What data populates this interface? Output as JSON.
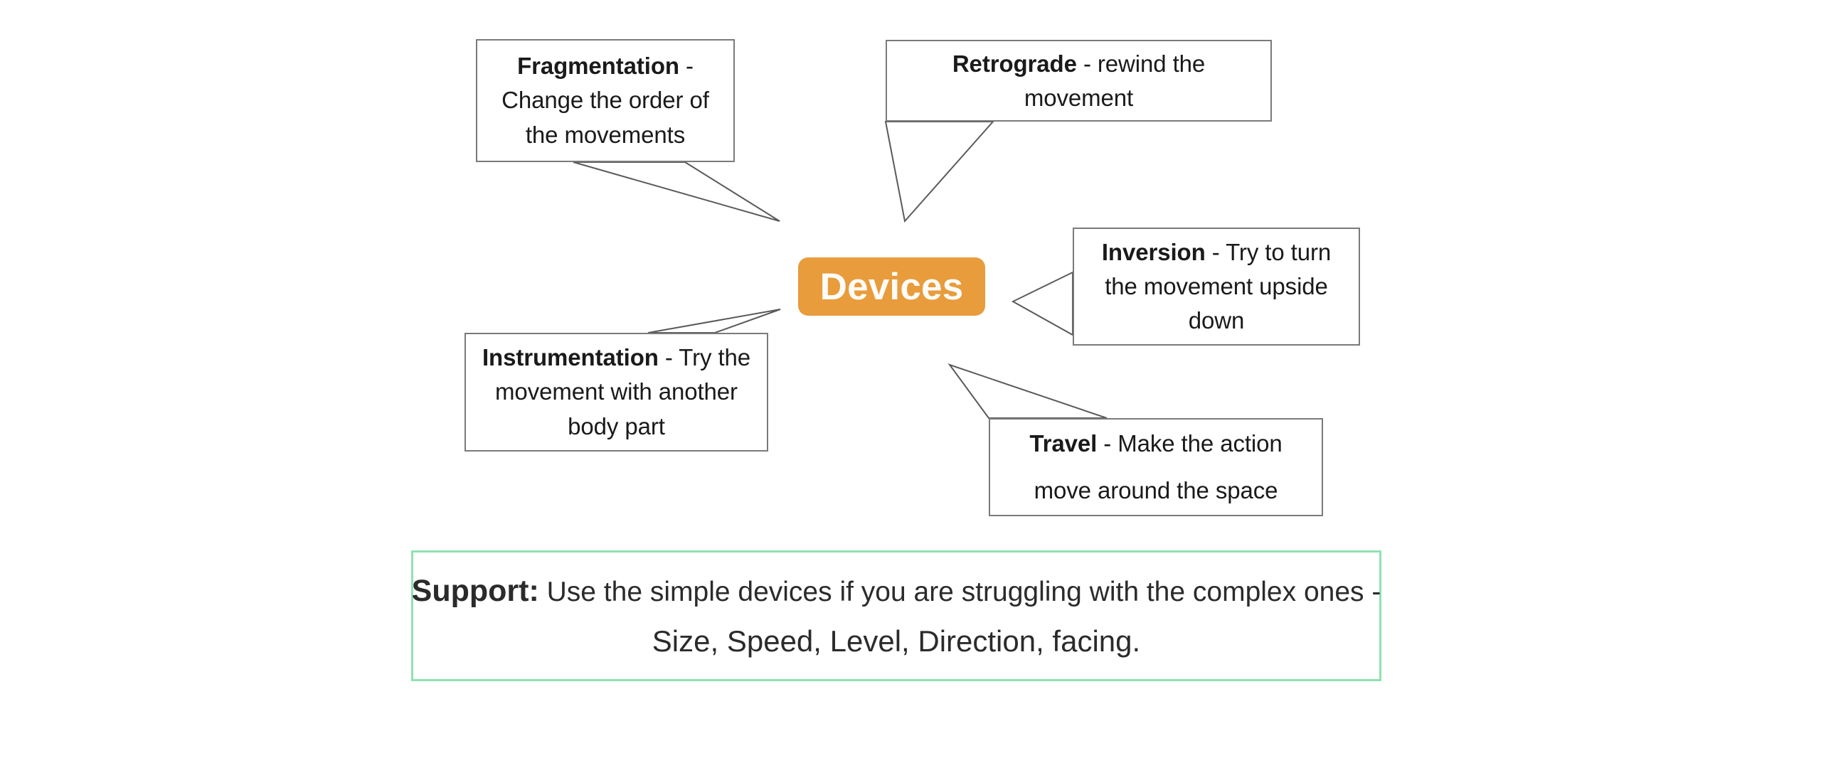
{
  "diagram": {
    "title": "Devices",
    "center_node": {
      "label": "Devices",
      "fill_color": "#E89C3C",
      "text_color": "#FFFFFF"
    },
    "callouts": [
      {
        "id": "fragmentation",
        "term": "Fragmentation",
        "separator": " - ",
        "description": "Change the order of the movements",
        "full_text": "Fragmentation - Change the order of the movements",
        "tail_direction": "down-right"
      },
      {
        "id": "retrograde",
        "term": "Retrograde",
        "separator": " - ",
        "description": "rewind the movement",
        "full_text": "Retrograde - rewind the movement",
        "tail_direction": "down-left"
      },
      {
        "id": "inversion",
        "term": "Inversion",
        "separator": " - ",
        "description": "Try to turn the movement upside down",
        "full_text": "Inversion - Try to turn the movement upside down",
        "tail_direction": "left"
      },
      {
        "id": "instrumentation",
        "term": "Instrumentation",
        "separator": " - ",
        "description": "Try the movement with another body part",
        "full_text": "Instrumentation - Try the movement with another body part",
        "tail_direction": "up-right"
      },
      {
        "id": "travel",
        "term": "Travel",
        "separator": " - ",
        "description": "Make the action move around the space",
        "full_text": "Travel - Make the action move around the space",
        "tail_direction": "up-left"
      }
    ],
    "box_border_color": "#7A7A7A"
  },
  "support": {
    "keyword": "Support:",
    "line1_rest": " Use the simple devices if you are struggling with the complex ones -",
    "line2": "Size, Speed, Level, Direction, facing.",
    "border_color": "#8FE2B3"
  }
}
